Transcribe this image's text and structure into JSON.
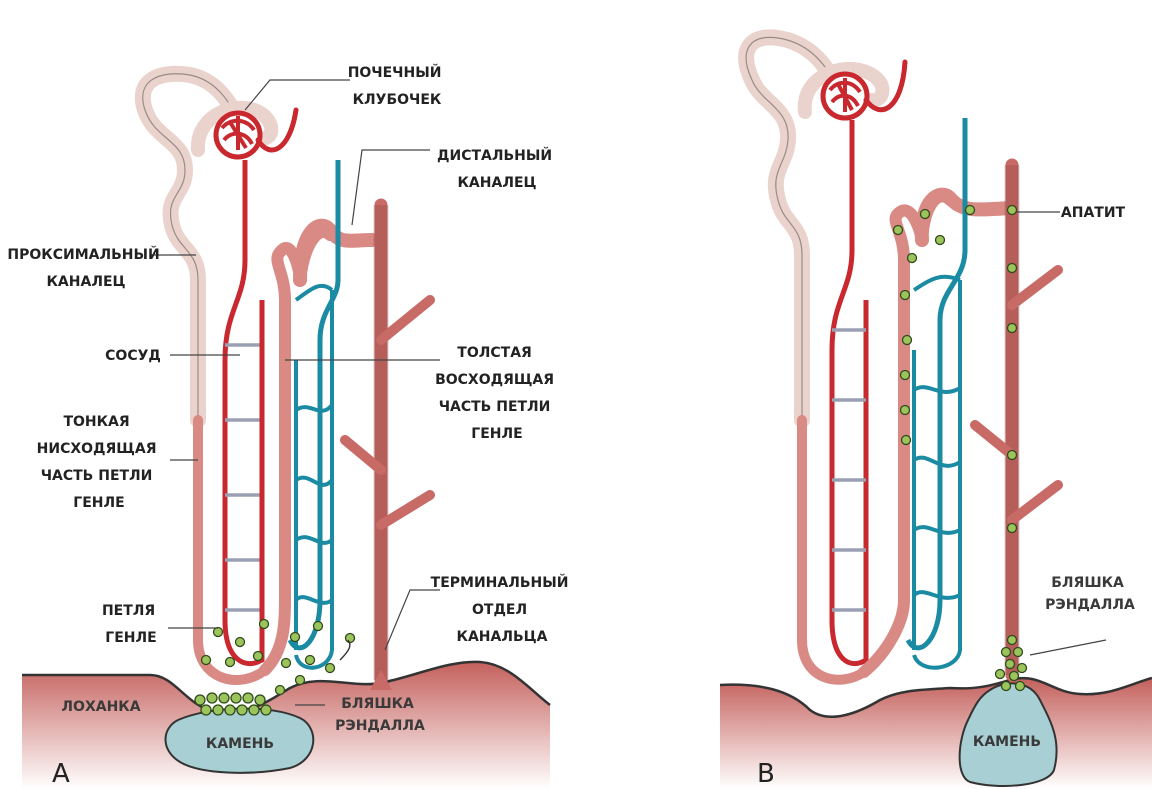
{
  "panel_a": {
    "letter": "A",
    "labels": {
      "glomerulus": [
        "ПОЧЕЧНЫЙ",
        "КЛУБОЧЕК"
      ],
      "distal": [
        "ДИСТАЛЬНЫЙ",
        "КАНАЛЕЦ"
      ],
      "proximal": [
        "ПРОКСИМАЛЬНЫЙ",
        "КАНАЛЕЦ"
      ],
      "vessel": "СОСУД",
      "thick_ascending": [
        "ТОЛСТАЯ",
        "ВОСХОДЯЩАЯ",
        "ЧАСТЬ ПЕТЛИ",
        "ГЕНЛЕ"
      ],
      "thin_descending": [
        "ТОНКАЯ",
        "НИСХОДЯЩАЯ",
        "ЧАСТЬ ПЕТЛИ",
        "ГЕНЛЕ"
      ],
      "loop": [
        "ПЕТЛЯ",
        "ГЕНЛЕ"
      ],
      "terminal": [
        "ТЕРМИНАЛЬНЫЙ",
        "ОТДЕЛ",
        "КАНАЛЬЦА"
      ],
      "pelvis": "ЛОХАНКА",
      "plaque": [
        "БЛЯШКА",
        "РЭНДАЛЛА"
      ],
      "stone": "КАМЕНЬ"
    }
  },
  "panel_b": {
    "letter": "B",
    "labels": {
      "apatite": "АПАТИТ",
      "plaque": [
        "БЛЯШКА",
        "РЭНДАЛЛА"
      ],
      "stone": "КАМЕНЬ"
    }
  },
  "colors": {
    "artery": "#c8282e",
    "vein": "#1b8ba3",
    "tubule_light": "#ead3cd",
    "tubule_mid": "#d98a84",
    "collecting": "#c86a66",
    "tissue": "#cc7470",
    "stone": "#a8cfd3",
    "crystal": "#9cc45c"
  }
}
